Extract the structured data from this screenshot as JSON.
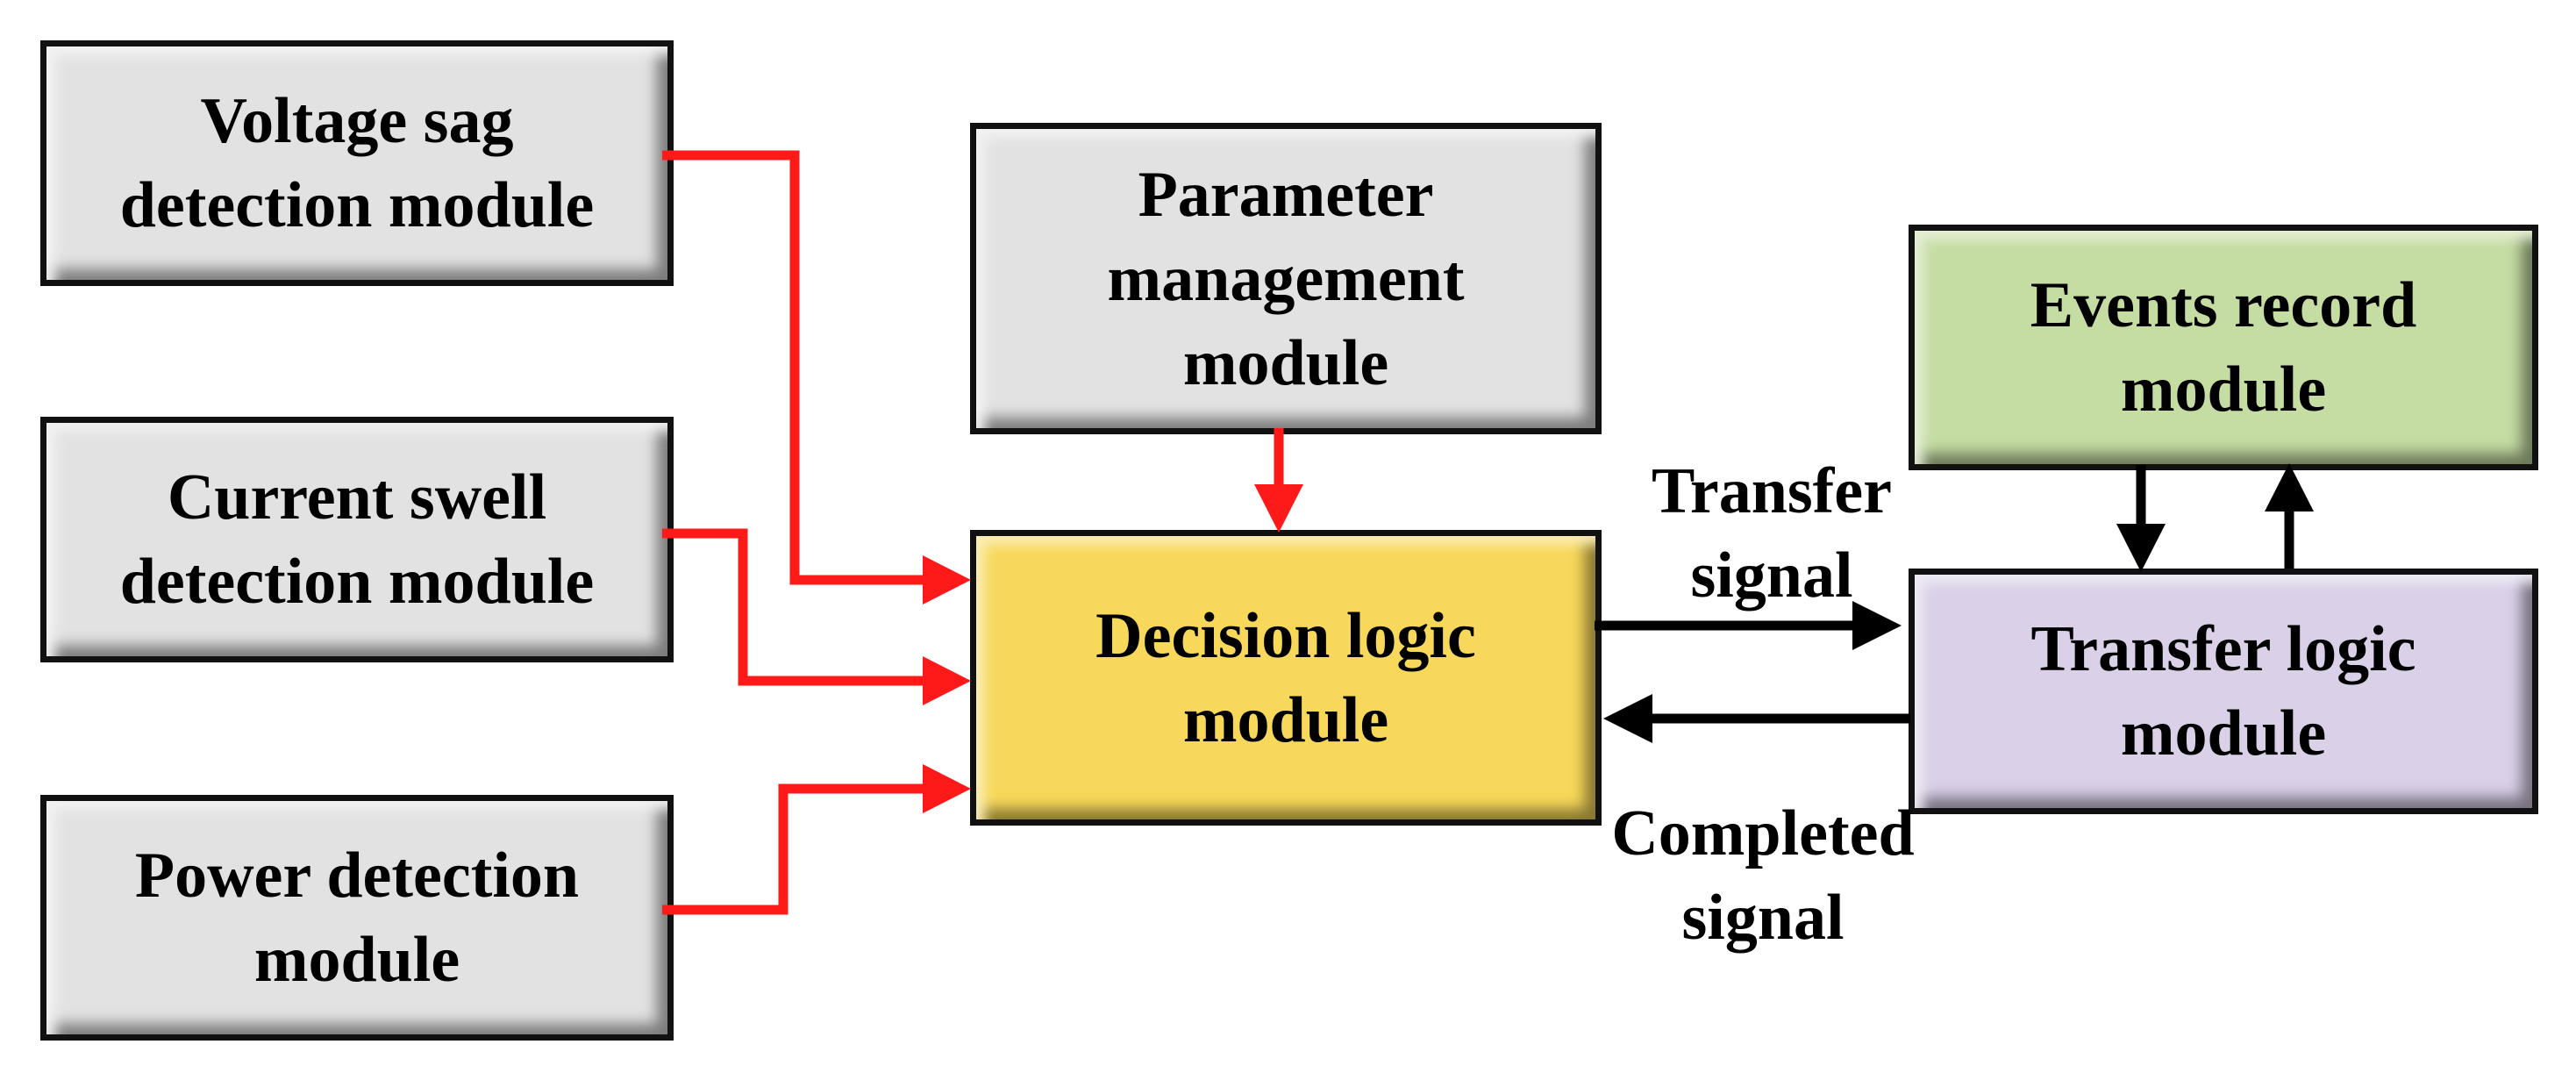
{
  "colors": {
    "module_gray": "#e2e2e2",
    "decision_yellow": "#f7d85a",
    "events_green": "#c5dca3",
    "transfer_purple": "#dad0e8",
    "signal_red": "#ff1a1a",
    "signal_black": "#000000"
  },
  "nodes": {
    "voltage_sag": "Voltage sag\ndetection module",
    "current_swell": "Current swell\ndetection module",
    "power_detection": "Power detection\nmodule",
    "parameter_management": "Parameter\nmanagement\nmodule",
    "decision_logic": "Decision logic\nmodule",
    "events_record": "Events record\nmodule",
    "transfer_logic": "Transfer logic\nmodule"
  },
  "edge_labels": {
    "transfer_signal": "Transfer\nsignal",
    "completed_signal": "Completed\nsignal"
  },
  "edges": [
    {
      "from": "voltage_sag",
      "to": "decision_logic",
      "color": "red"
    },
    {
      "from": "current_swell",
      "to": "decision_logic",
      "color": "red"
    },
    {
      "from": "power_detection",
      "to": "decision_logic",
      "color": "red"
    },
    {
      "from": "parameter_management",
      "to": "decision_logic",
      "color": "red"
    },
    {
      "from": "decision_logic",
      "to": "transfer_logic",
      "color": "black",
      "label": "transfer_signal"
    },
    {
      "from": "transfer_logic",
      "to": "decision_logic",
      "color": "black",
      "label": "completed_signal"
    },
    {
      "from": "events_record",
      "to": "transfer_logic",
      "color": "black"
    },
    {
      "from": "transfer_logic",
      "to": "events_record",
      "color": "black"
    }
  ]
}
